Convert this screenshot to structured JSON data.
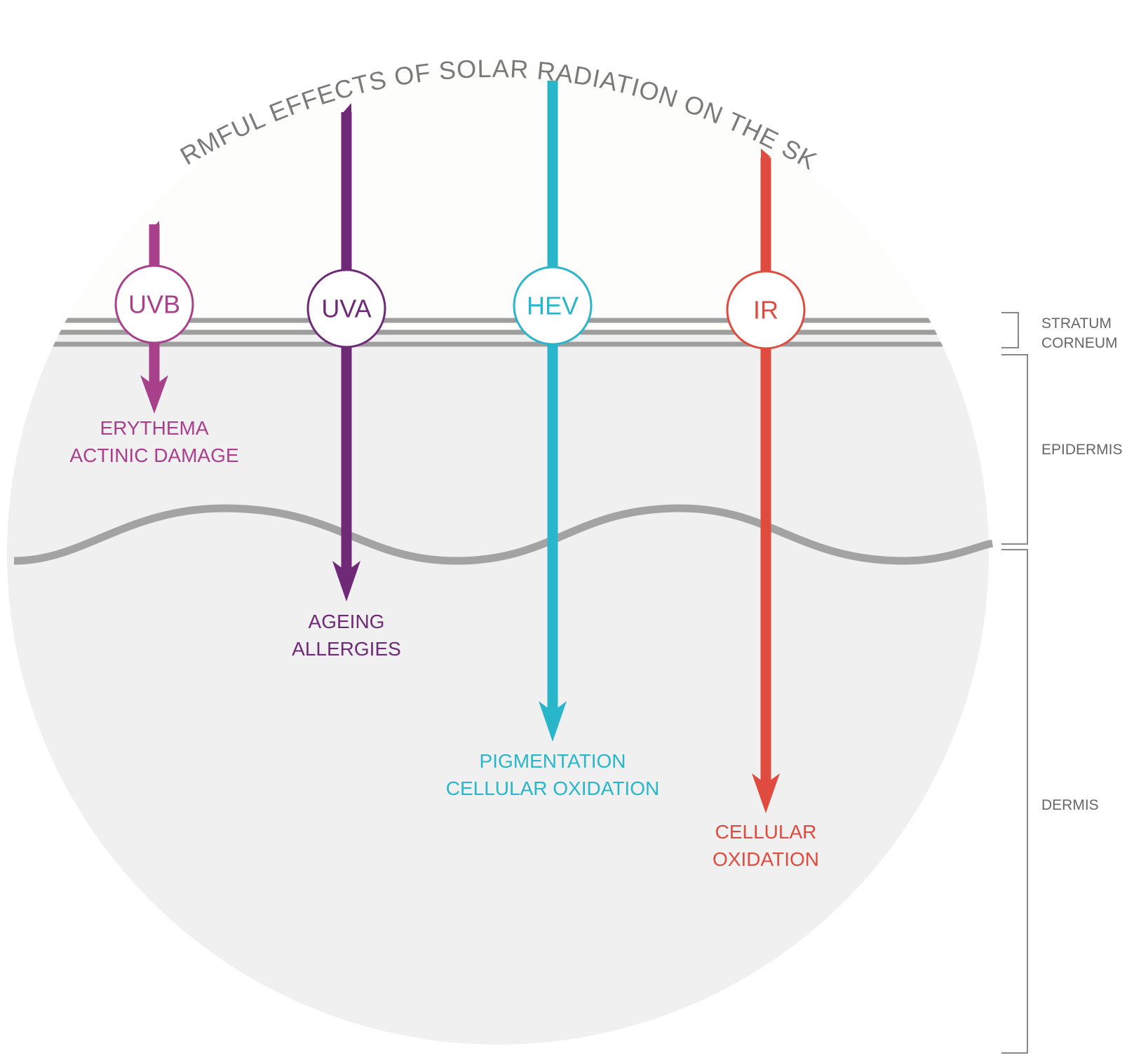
{
  "title": "HARMFUL EFFECTS OF SOLAR RADIATION ON THE SKIN",
  "radiations": [
    {
      "id": "uvb",
      "label": "UVB",
      "color": "#a8408c",
      "effects": [
        "ERYTHEMA",
        "ACTINIC DAMAGE"
      ]
    },
    {
      "id": "uva",
      "label": "UVA",
      "color": "#6e2a76",
      "effects": [
        "AGEING",
        "ALLERGIES"
      ]
    },
    {
      "id": "hev",
      "label": "HEV",
      "color": "#29b6cb",
      "effects": [
        "PIGMENTATION",
        "CELLULAR OXIDATION"
      ]
    },
    {
      "id": "ir",
      "label": "IR",
      "color": "#e04b3f",
      "effects": [
        "CELLULAR",
        "OXIDATION"
      ]
    }
  ],
  "layers": {
    "stratum_corneum": [
      "STRATUM",
      "CORNEUM"
    ],
    "epidermis": "EPIDERMIS",
    "dermis": "DERMIS"
  },
  "colors": {
    "skin": "#f0f0f0",
    "lines": "#9e9e9e",
    "title": "#7a7a7a",
    "bracket": "#888888"
  }
}
